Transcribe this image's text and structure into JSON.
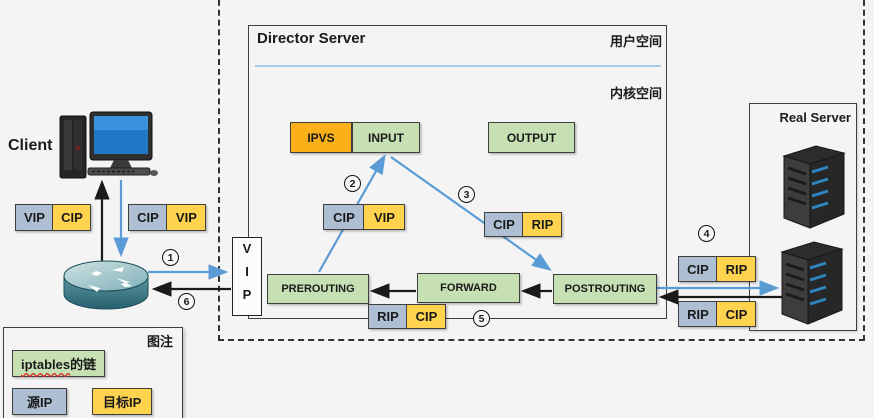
{
  "client": {
    "label": "Client"
  },
  "director": {
    "title": "Director Server",
    "user_space": "用户空间",
    "kernel_space": "内核空间",
    "vip_vertical": "V\nI\nP",
    "chains": {
      "ipvs": "IPVS",
      "input": "INPUT",
      "output": "OUTPUT",
      "prerouting": "PREROUTING",
      "forward": "FORWARD",
      "postrouting": "POSTROUTING"
    }
  },
  "real_server": {
    "title": "Real Server"
  },
  "steps": [
    "1",
    "2",
    "3",
    "4",
    "5",
    "6"
  ],
  "packets": [
    {
      "id": "client-response",
      "src": "VIP",
      "dst": "CIP"
    },
    {
      "id": "client-request",
      "src": "CIP",
      "dst": "VIP"
    },
    {
      "id": "prerouting-to-input",
      "src": "CIP",
      "dst": "VIP"
    },
    {
      "id": "input-to-postrouting",
      "src": "CIP",
      "dst": "RIP"
    },
    {
      "id": "director-to-realserver",
      "src": "CIP",
      "dst": "RIP"
    },
    {
      "id": "realserver-return",
      "src": "RIP",
      "dst": "CIP"
    },
    {
      "id": "kernel-return",
      "src": "RIP",
      "dst": "CIP"
    }
  ],
  "legend": {
    "title": "图注",
    "chain_label_en": "iptables",
    "chain_label_cn": "的链",
    "source_ip_label": "源IP",
    "dest_ip_label": "目标IP"
  },
  "icons": {
    "client": "desktop-computer-icon",
    "gateway": "router-icon",
    "real_server": "server-tower-icon"
  },
  "colors": {
    "chain_green": "#C6E0B4",
    "ipvs_orange": "#FBAF18",
    "source_ip_blue_gray": "#AEBFD3",
    "dest_ip_yellow": "#FFD34D",
    "flow_blue": "#5B9BD5",
    "flow_black": "#1a1a1a",
    "space_divider_blue": "#9DC3E6"
  }
}
